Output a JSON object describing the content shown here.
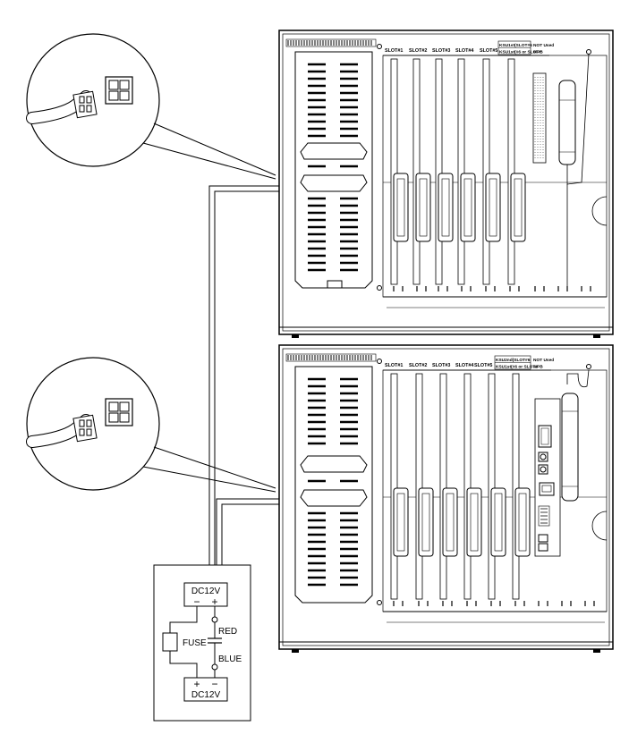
{
  "upper_cabinet": {
    "slot_labels": [
      "SLOT#1",
      "SLOT#2",
      "SLOT#3",
      "SLOT#4",
      "SLOT#5"
    ],
    "header_left_top": "KSU1st(SLOT#6",
    "header_left_bottom": "KSU1st(#6 or SLOT#",
    "header_right_top": "NOT Used",
    "header_right_bottom": "MPB"
  },
  "lower_cabinet": {
    "slot_labels": [
      "SLOT#1",
      "SLOT#2",
      "SLOT#3",
      "SLOT#4",
      "SLOT#5"
    ],
    "header_left_top": "KSU2nd(SLOT#6",
    "header_left_bottom": "KSU1st(#6 or SLOT#",
    "header_right_top": "NOT Used",
    "header_right_bottom": "MPB"
  },
  "power_box": {
    "battery_top_label": "DC12V",
    "battery_bottom_label": "DC12V",
    "fuse_label": "FUSE",
    "red_label": "RED",
    "blue_label": "BLUE",
    "minus_sign": "−",
    "plus_sign": "+"
  }
}
